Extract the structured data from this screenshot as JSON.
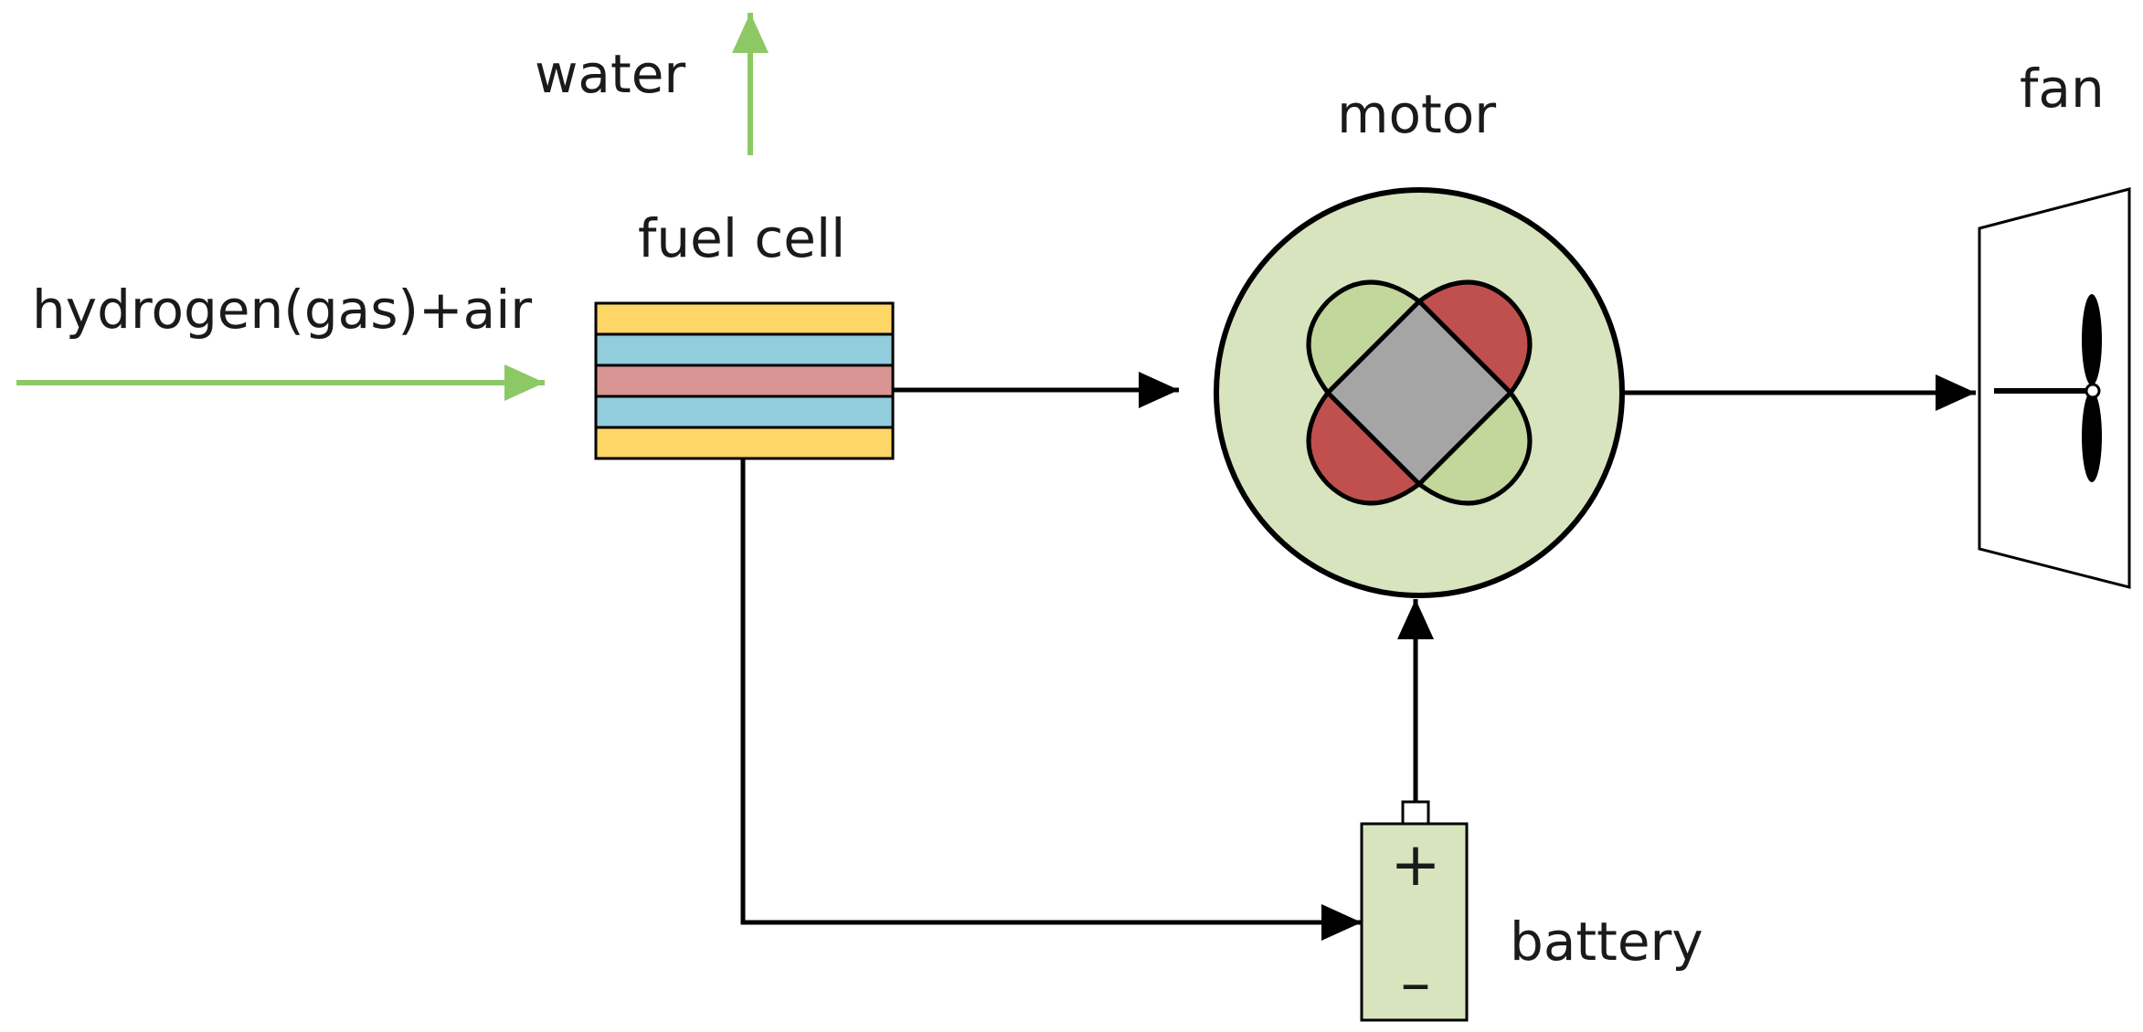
{
  "labels": {
    "water": "water",
    "input": "hydrogen(gas)+air",
    "fuel_cell": "fuel cell",
    "motor": "motor",
    "fan": "fan",
    "battery": "battery",
    "battery_plus": "+",
    "battery_minus": "–"
  },
  "colors": {
    "flow_arrow": "#8cc965",
    "cell_yellow": "#fed567",
    "cell_blue": "#92cddd",
    "cell_red": "#d99594",
    "motor_body": "#d7e4bd",
    "rotor_core": "#a5a5a5",
    "pole_red": "#c0504d",
    "pole_green": "#c3d69b",
    "battery_body": "#d7e4bd"
  }
}
